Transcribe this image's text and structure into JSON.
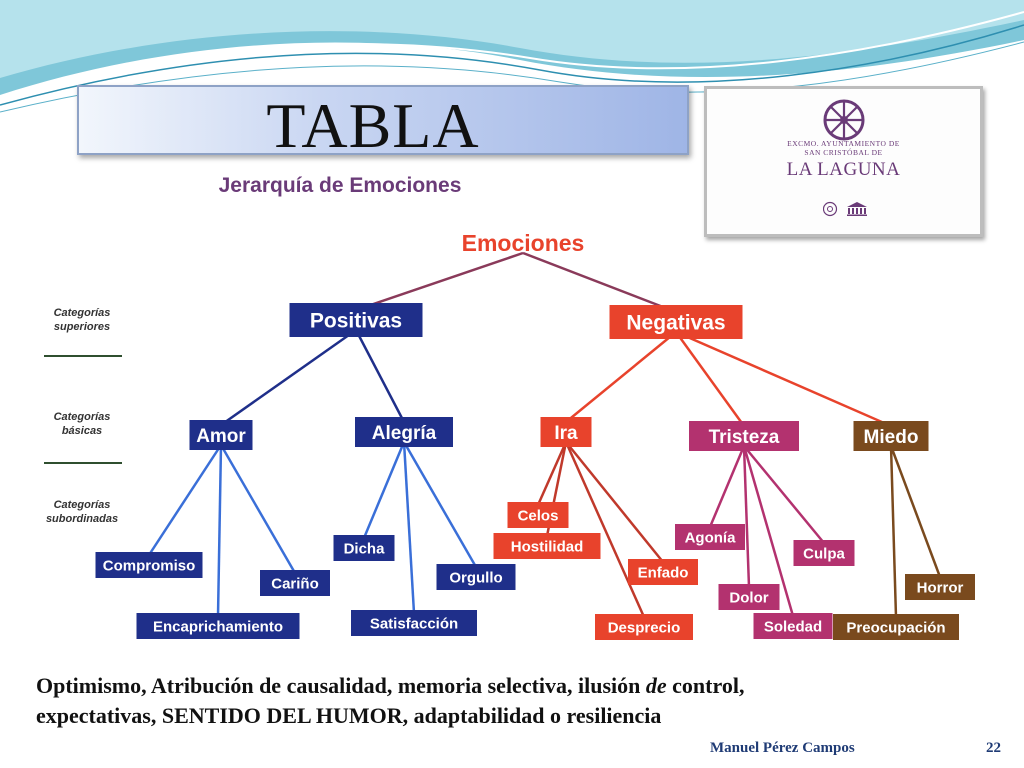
{
  "slide": {
    "title": "TABLA",
    "logo": {
      "line1": "EXCMO. AYUNTAMIENTO DE",
      "line2": "SAN CRISTÓBAL DE",
      "line3": "LA LAGUNA",
      "color": "#6a3b78"
    },
    "bottom_line1_a": "Optimismo, Atribución de causalidad,  memoria selectiva, ilusión ",
    "bottom_line1_em": "de",
    "bottom_line1_b": " control,",
    "bottom_line2": "expectativas, SENTIDO DEL HUMOR, adaptabilidad o resiliencia",
    "footer_author": "Manuel Pérez Campos",
    "footer_page": "22"
  },
  "diagram": {
    "heading": "Jerarquía de Emociones",
    "root": "Emociones",
    "levels": [
      "Categorías superiores",
      "Categorías básicas",
      "Categorías subordinadas"
    ],
    "colors": {
      "positive": "#1f2f8a",
      "negative": "#e8432c",
      "tristeza": "#b3326f",
      "miedo": "#7a4a1e",
      "heading": "#6a3b78"
    },
    "superior": [
      {
        "label": "Positivas",
        "key": "positive"
      },
      {
        "label": "Negativas",
        "key": "negative"
      }
    ],
    "basic": [
      {
        "label": "Amor",
        "key": "positive",
        "parent": "Positivas",
        "children": [
          "Compromiso",
          "Encaprichamiento",
          "Cariño"
        ]
      },
      {
        "label": "Alegría",
        "key": "positive",
        "parent": "Positivas",
        "children": [
          "Dicha",
          "Satisfacción",
          "Orgullo"
        ]
      },
      {
        "label": "Ira",
        "key": "negative",
        "parent": "Negativas",
        "children": [
          "Celos",
          "Hostilidad",
          "Desprecio",
          "Enfado"
        ]
      },
      {
        "label": "Tristeza",
        "key": "tristeza",
        "parent": "Negativas",
        "children": [
          "Agonía",
          "Dolor",
          "Soledad",
          "Culpa"
        ]
      },
      {
        "label": "Miedo",
        "key": "miedo",
        "parent": "Negativas",
        "children": [
          "Preocupación",
          "Horror"
        ]
      }
    ]
  }
}
